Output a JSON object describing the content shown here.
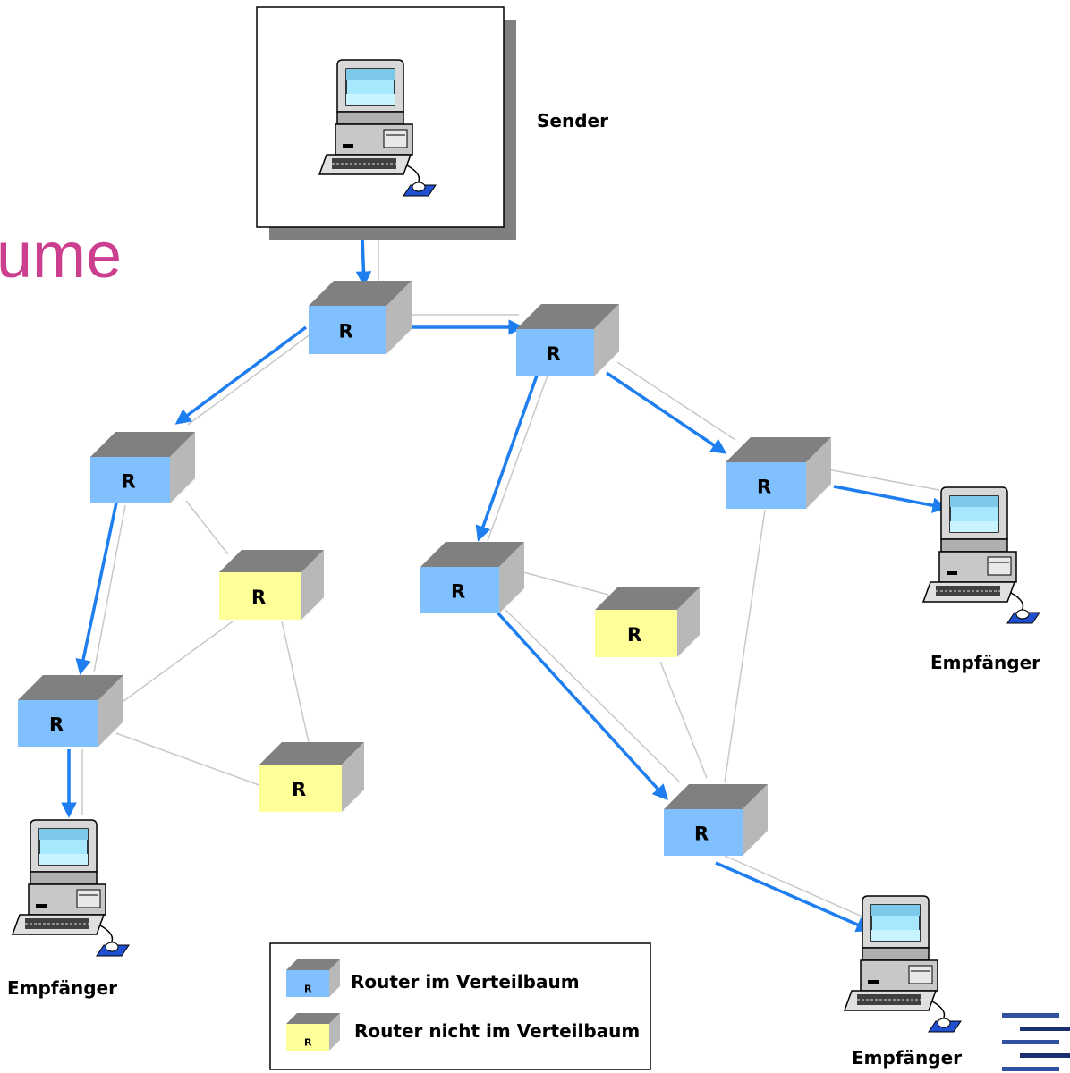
{
  "slide_title_fragment": "ume",
  "labels": {
    "sender": "Sender",
    "receiver_right": "Empfänger",
    "receiver_left": "Empfänger",
    "receiver_bottom": "Empfänger"
  },
  "router_label": "R",
  "legend": {
    "in_tree": "Router im Verteilbaum",
    "not_in_tree": "Router nicht im Verteilbaum",
    "icon_label": "R"
  },
  "colors": {
    "router_in_tree": "#80c0ff",
    "router_not_in_tree": "#ffff99",
    "router_top": "#808080",
    "router_side": "#b8b8b8",
    "multicast_arrow": "#1e7ef0",
    "link": "#c8c8c8",
    "title": "#cc3f8f"
  }
}
